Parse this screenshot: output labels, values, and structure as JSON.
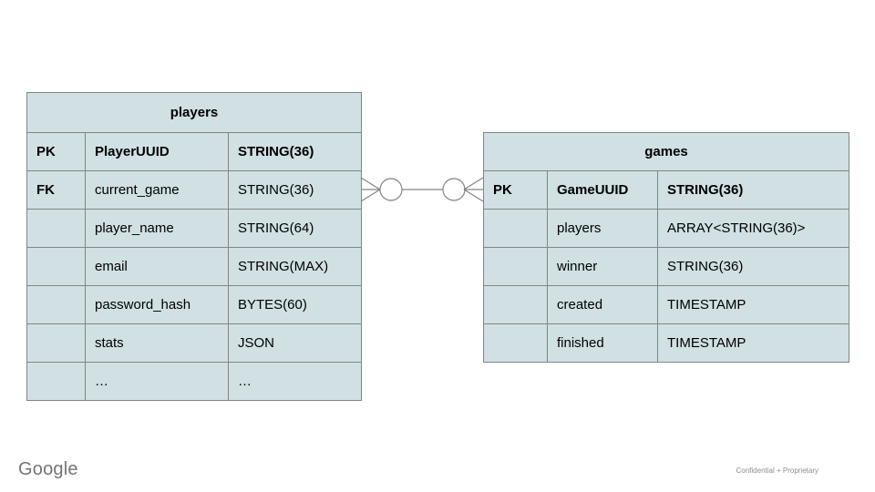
{
  "colors": {
    "cell_fill": "#d0e0e3",
    "table_border": "#848484",
    "connector": "#848484",
    "text": "#000000",
    "logo_gray": "#757575",
    "note_gray": "#8d8d8d"
  },
  "players_table": {
    "title": "players",
    "rows": [
      {
        "key": "PK",
        "name": "PlayerUUID",
        "type": "STRING(36)"
      },
      {
        "key": "FK",
        "name": "current_game",
        "type": "STRING(36)"
      },
      {
        "key": "",
        "name": "player_name",
        "type": "STRING(64)"
      },
      {
        "key": "",
        "name": "email",
        "type": "STRING(MAX)"
      },
      {
        "key": "",
        "name": "password_hash",
        "type": "BYTES(60)"
      },
      {
        "key": "",
        "name": "stats",
        "type": "JSON"
      },
      {
        "key": "",
        "name": "…",
        "type": "…"
      }
    ]
  },
  "games_table": {
    "title": "games",
    "rows": [
      {
        "key": "PK",
        "name": "GameUUID",
        "type": "STRING(36)"
      },
      {
        "key": "",
        "name": "players",
        "type": "ARRAY<STRING(36)>"
      },
      {
        "key": "",
        "name": "winner",
        "type": "STRING(36)"
      },
      {
        "key": "",
        "name": "created",
        "type": "TIMESTAMP"
      },
      {
        "key": "",
        "name": "finished",
        "type": "TIMESTAMP"
      }
    ]
  },
  "footer": {
    "logo_text": "Google",
    "note": "Confidential + Proprietary"
  }
}
